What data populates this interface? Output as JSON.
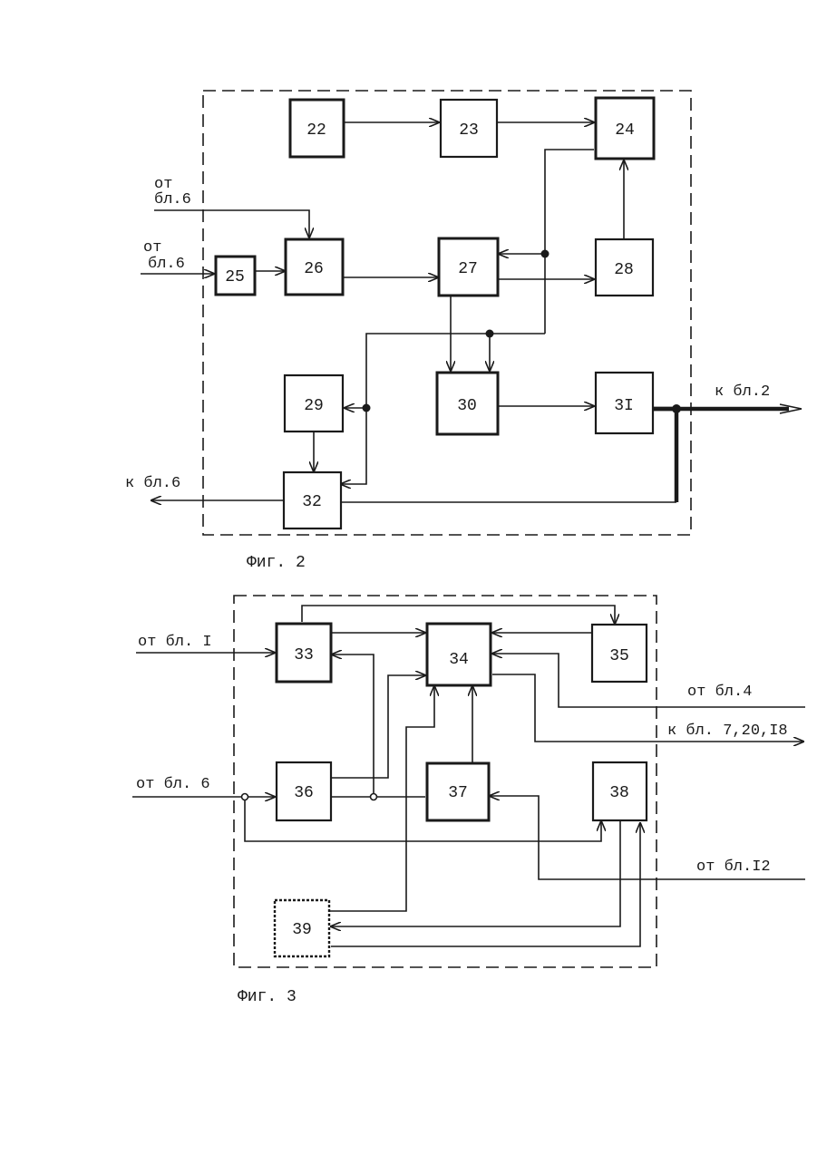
{
  "fig2": {
    "caption": "Фиг. 2",
    "blocks": {
      "b22": "22",
      "b23": "23",
      "b24": "24",
      "b25": "25",
      "b26": "26",
      "b27": "27",
      "b28": "28",
      "b29": "29",
      "b30": "30",
      "b31": "3I",
      "b32": "32"
    },
    "io": {
      "in_top_1": "от",
      "in_top_2": "бл.6",
      "in_left_1": "от",
      "in_left_2": "бл.6",
      "out_right": "к бл.2",
      "out_left": "к бл.6"
    }
  },
  "fig3": {
    "caption": "Фиг. 3",
    "blocks": {
      "b33": "33",
      "b34": "34",
      "b35": "35",
      "b36": "36",
      "b37": "37",
      "b38": "38",
      "b39": "39"
    },
    "io": {
      "in_bl1": "от бл. I",
      "in_bl6": "от бл. 6",
      "in_bl4": "от бл.4",
      "out_bl7": "к бл. 7,20,I8",
      "in_bl12": "от бл.I2"
    }
  }
}
